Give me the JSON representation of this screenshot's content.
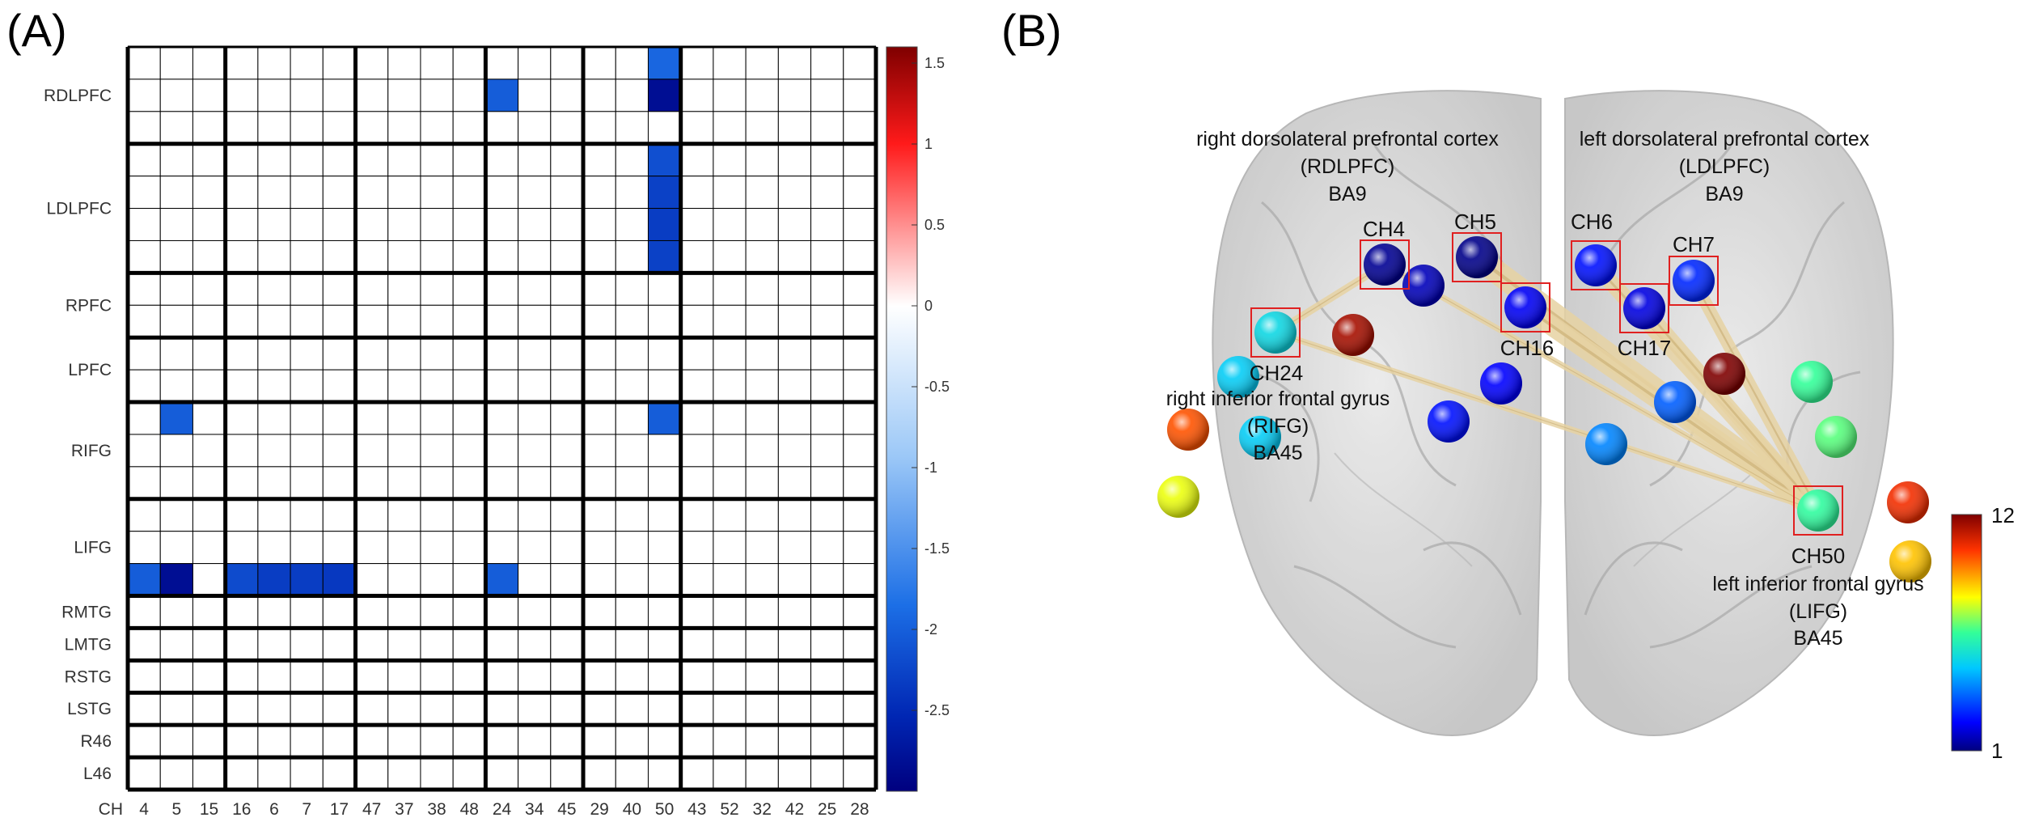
{
  "chart_data": [
    {
      "type": "heatmap",
      "panel_label": "(A)",
      "x_prefix": "CH",
      "columns": [
        "4",
        "5",
        "15",
        "16",
        "6",
        "7",
        "17",
        "47",
        "37",
        "38",
        "48",
        "24",
        "34",
        "45",
        "29",
        "40",
        "50",
        "43",
        "52",
        "32",
        "42",
        "25",
        "28"
      ],
      "column_groups": [
        3,
        4,
        4,
        3,
        3,
        6
      ],
      "row_groups": [
        {
          "name": "RDLPFC",
          "rows": 3
        },
        {
          "name": "LDLPFC",
          "rows": 4
        },
        {
          "name": "RPFC",
          "rows": 2
        },
        {
          "name": "LPFC",
          "rows": 2
        },
        {
          "name": "RIFG",
          "rows": 3
        },
        {
          "name": "LIFG",
          "rows": 3
        },
        {
          "name": "RMTG",
          "rows": 1
        },
        {
          "name": "LMTG",
          "rows": 1
        },
        {
          "name": "RSTG",
          "rows": 1
        },
        {
          "name": "LSTG",
          "rows": 1
        },
        {
          "name": "R46",
          "rows": 1
        },
        {
          "name": "L46",
          "rows": 1
        }
      ],
      "cells": [
        {
          "row": 0,
          "col": 16,
          "value": -1.9
        },
        {
          "row": 1,
          "col": 11,
          "value": -2.0
        },
        {
          "row": 1,
          "col": 16,
          "value": -2.85
        },
        {
          "row": 3,
          "col": 16,
          "value": -2.15
        },
        {
          "row": 4,
          "col": 16,
          "value": -2.3
        },
        {
          "row": 5,
          "col": 16,
          "value": -2.35
        },
        {
          "row": 6,
          "col": 16,
          "value": -2.3
        },
        {
          "row": 11,
          "col": 1,
          "value": -2.0
        },
        {
          "row": 11,
          "col": 16,
          "value": -2.0
        },
        {
          "row": 16,
          "col": 0,
          "value": -2.0
        },
        {
          "row": 16,
          "col": 1,
          "value": -2.85
        },
        {
          "row": 16,
          "col": 3,
          "value": -2.2
        },
        {
          "row": 16,
          "col": 4,
          "value": -2.35
        },
        {
          "row": 16,
          "col": 5,
          "value": -2.35
        },
        {
          "row": 16,
          "col": 6,
          "value": -2.4
        },
        {
          "row": 16,
          "col": 11,
          "value": -2.0
        }
      ],
      "colorbar": {
        "range": [
          -3.0,
          1.6
        ],
        "ticks": [
          1.5,
          1,
          0.5,
          0,
          -0.5,
          -1,
          -1.5,
          -2,
          -2.5
        ],
        "colors": {
          "min": "#00007f",
          "mid": "#ffffff",
          "max": "#7f0000"
        }
      }
    },
    {
      "type": "network",
      "panel_label": "(B)",
      "region_labels": [
        {
          "id": "rdlpfc",
          "lines": [
            "right dorsolateral prefrontal cortex",
            "(RDLPFC)",
            "BA9"
          ]
        },
        {
          "id": "ldlpfc",
          "lines": [
            "left dorsolateral prefrontal cortex",
            "(LDLPFC)",
            "BA9"
          ]
        },
        {
          "id": "rifg",
          "lines": [
            "right inferior frontal gyrus",
            "(RIFG)",
            "BA45"
          ]
        },
        {
          "id": "lifg",
          "lines": [
            "CH50",
            "left inferior frontal gyrus",
            "(LIFG)",
            "BA45"
          ]
        }
      ],
      "channel_labels": [
        "CH4",
        "CH5",
        "CH6",
        "CH7",
        "CH16",
        "CH17",
        "CH24"
      ],
      "nodes": [
        {
          "id": "CH4",
          "degree": 1.2,
          "boxed": true
        },
        {
          "id": "CH5",
          "degree": 1.1,
          "boxed": true
        },
        {
          "id": "CH6",
          "degree": 2.5,
          "boxed": true
        },
        {
          "id": "CH7",
          "degree": 2.8,
          "boxed": true
        },
        {
          "id": "CH16",
          "degree": 2.2,
          "boxed": true
        },
        {
          "id": "CH17",
          "degree": 2.0,
          "boxed": true
        },
        {
          "id": "CH24",
          "degree": 5.3,
          "boxed": true
        },
        {
          "id": "CH50",
          "degree": 6.4,
          "boxed": true
        },
        {
          "id": "n-r1",
          "degree": 1.6
        },
        {
          "id": "n-r2",
          "degree": 11.5
        },
        {
          "id": "n-r3",
          "degree": 5.0
        },
        {
          "id": "n-r4",
          "degree": 10.0
        },
        {
          "id": "n-r5",
          "degree": 5.0
        },
        {
          "id": "n-r6",
          "degree": 8.0
        },
        {
          "id": "n-r7",
          "degree": 2.3
        },
        {
          "id": "n-r8",
          "degree": 2.5
        },
        {
          "id": "n-l1",
          "degree": 3.5
        },
        {
          "id": "n-l2",
          "degree": 4.0
        },
        {
          "id": "n-l3",
          "degree": 12.0
        },
        {
          "id": "n-l4",
          "degree": 6.5
        },
        {
          "id": "n-l5",
          "degree": 6.8
        },
        {
          "id": "n-l6",
          "degree": 10.5
        },
        {
          "id": "n-l7",
          "degree": 8.8
        }
      ],
      "edges": [
        {
          "source": "CH50",
          "target": "CH5",
          "weight": 3.0
        },
        {
          "source": "CH50",
          "target": "CH16",
          "weight": 2.5
        },
        {
          "source": "CH50",
          "target": "CH6",
          "weight": 2.0
        },
        {
          "source": "CH50",
          "target": "CH17",
          "weight": 1.8
        },
        {
          "source": "CH50",
          "target": "CH7",
          "weight": 1.5
        },
        {
          "source": "CH50",
          "target": "CH24",
          "weight": 0.6
        },
        {
          "source": "CH50",
          "target": "CH4",
          "weight": 0.6
        },
        {
          "source": "CH24",
          "target": "CH4",
          "weight": 0.8
        }
      ],
      "colorbar": {
        "range": [
          1,
          12
        ],
        "ticks": [
          12,
          1
        ]
      }
    }
  ]
}
